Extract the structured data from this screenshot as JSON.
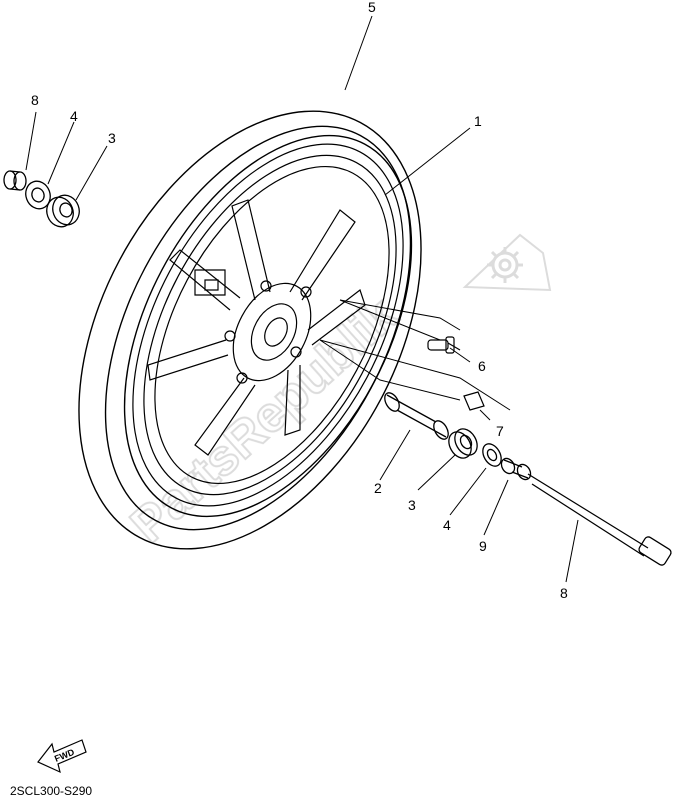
{
  "diagram": {
    "code": "2SCL300-S290",
    "fwd_label": "FWD",
    "watermark": "PartsRepublik",
    "callouts": [
      {
        "id": "c1",
        "text": "1"
      },
      {
        "id": "c2",
        "text": "2"
      },
      {
        "id": "c3a",
        "text": "3"
      },
      {
        "id": "c3b",
        "text": "3"
      },
      {
        "id": "c4a",
        "text": "4"
      },
      {
        "id": "c4b",
        "text": "4"
      },
      {
        "id": "c5",
        "text": "5"
      },
      {
        "id": "c6",
        "text": "6"
      },
      {
        "id": "c7",
        "text": "7"
      },
      {
        "id": "c8a",
        "text": "8"
      },
      {
        "id": "c8b",
        "text": "8"
      },
      {
        "id": "c9",
        "text": "9"
      }
    ]
  }
}
